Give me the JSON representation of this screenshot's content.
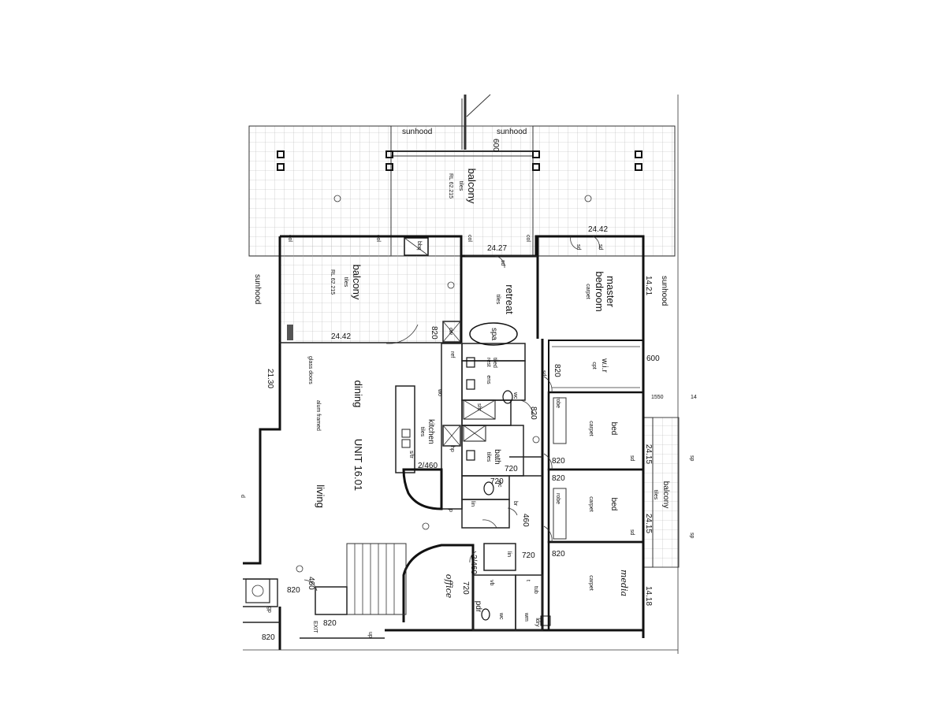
{
  "plan": {
    "unit": "UNIT 16.01",
    "rooms": {
      "balcony_top": "balcony",
      "balcony_top_finish": "tiles",
      "balcony_top_rl": "RL 62.215",
      "balcony_left": "balcony",
      "balcony_left_finish": "tiles",
      "balcony_left_rl": "RL 62.215",
      "balcony_right": "balcony",
      "balcony_right_finish": "tiles",
      "retreat": "retreat",
      "retreat_finish": "tiles",
      "master": "master",
      "master2": "bedroom",
      "master_finish": "carpet",
      "wir": "w.i.r",
      "wir_finish": "cpt",
      "bed1": "bed",
      "bed1_finish": "carpet",
      "bed2": "bed",
      "bed2_finish": "carpet",
      "media": "media",
      "media_finish": "carpet",
      "dining": "dining",
      "living": "living",
      "kitchen": "kitchen",
      "kitchen_finish": "tiles",
      "bath": "bath",
      "bath_finish": "tiles",
      "ens": "ens",
      "office": "office",
      "pdr": "pdr",
      "ldry": "ldry",
      "spa": "spa"
    },
    "annotations": {
      "sunhood_1": "sunhood",
      "sunhood_2": "sunhood",
      "sunhood_3": "sunhood",
      "sunhood_4": "sunhood",
      "col_1": "col",
      "col_2": "col",
      "col_3": "col",
      "col_4": "col",
      "bbq": "bbq",
      "glass_doors": "glass doors",
      "alum_framed": "alum framed",
      "tiled_rest": "tiled",
      "rest": "rest",
      "sd_1": "sd",
      "sd_2": "sd",
      "sd_3": "sd",
      "sd_4": "sd",
      "sd_5": "sd",
      "sd_6": "sd",
      "robe_1": "robe",
      "robe_2": "robe",
      "wo": "wo",
      "ref": "ref",
      "dw": "dw",
      "hp": "hp",
      "sink": "s/tr",
      "shr": "shr",
      "wc_1": "wc",
      "wc_2": "wc",
      "wc_3": "wc",
      "lin_1": "lin",
      "lin_2": "lin",
      "br": "br",
      "p": "p",
      "vb": "vb",
      "t": "t",
      "wm": "wm",
      "tub": "tub",
      "up": "up",
      "exit": "EXIT",
      "sp_1": "sp",
      "sp_2": "sp",
      "gp": "gp",
      "d": "d"
    },
    "dimensions": {
      "d_600_a": "600",
      "d_600_b": "600",
      "d_24_42_a": "24.42",
      "d_24_42_b": "24.42",
      "d_24_27": "24.27",
      "d_14_21": "14.21",
      "d_21_30": "21.30",
      "d_820_a": "820",
      "d_820_b": "820",
      "d_820_c": "820",
      "d_820_d": "820",
      "d_820_e": "820",
      "d_820_f": "820",
      "d_820_g": "820",
      "d_820_h": "820",
      "d_820_i": "820",
      "d_720_a": "720",
      "d_720_b": "720",
      "d_720_c": "720",
      "d_720_d": "720",
      "d_2_460_a": "2/460",
      "d_2_460_b": "2/460",
      "d_460_a": "460",
      "d_460_b": "460",
      "d_24_15_a": "24.15",
      "d_24_15_b": "24.15",
      "d_14_18": "14.18",
      "d_1550": "1550",
      "d_14": "14"
    }
  }
}
